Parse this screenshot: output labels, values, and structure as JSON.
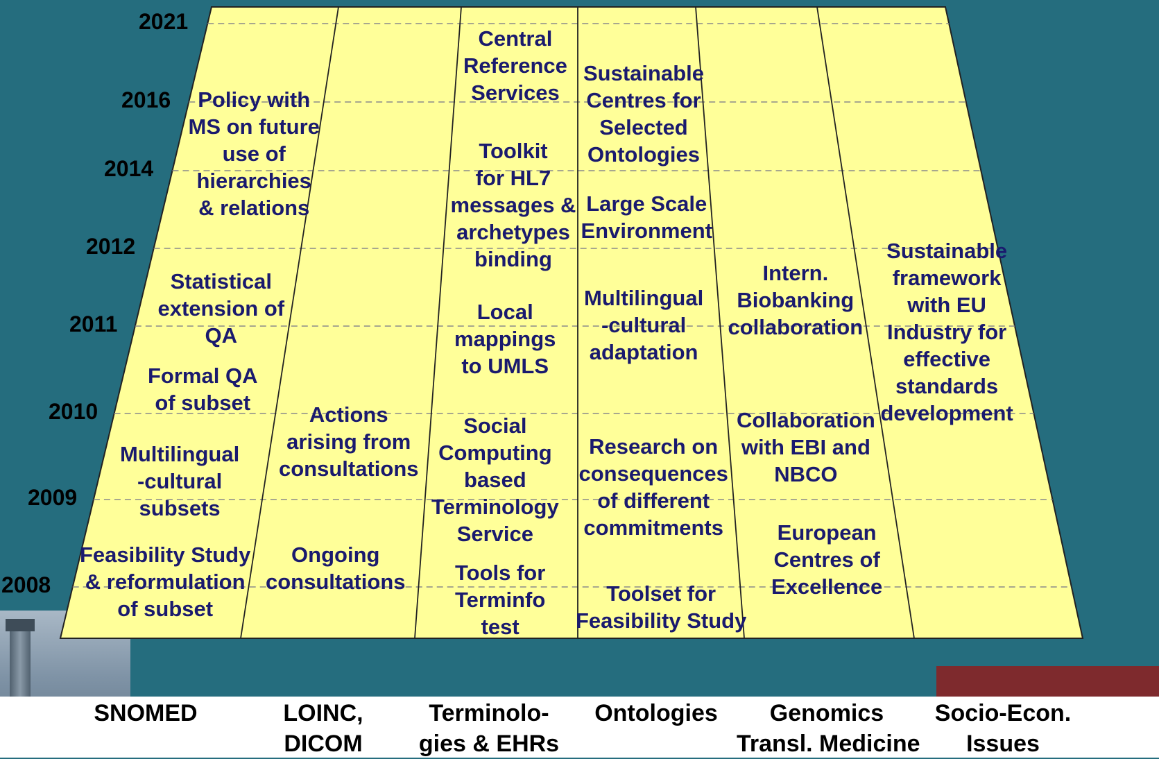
{
  "colors": {
    "background": "#256d7e",
    "trapezoid_fill": "#ffff99",
    "cell_text": "#1a1a6e",
    "grid_line": "#8a8a8a",
    "label_text": "#000000"
  },
  "years": [
    "2021",
    "2016",
    "2014",
    "2012",
    "2011",
    "2010",
    "2009",
    "2008"
  ],
  "columns": [
    "SNOMED",
    "LOINC,\nDICOM",
    "Terminolo-\ngies & EHRs",
    "Ontologies",
    "Genomics\nTransl. Medicine",
    "Socio-Econ.\nIssues"
  ],
  "cells": [
    {
      "col": 0,
      "text": "Policy with\nMS on future\nuse of\nhierarchies\n& relations"
    },
    {
      "col": 0,
      "text": "Statistical\nextension of\nQA"
    },
    {
      "col": 0,
      "text": "Formal QA\nof subset"
    },
    {
      "col": 0,
      "text": "Multilingual\n-cultural\nsubsets"
    },
    {
      "col": 0,
      "text": "Feasibility Study\n& reformulation\nof subset"
    },
    {
      "col": 1,
      "text": "Actions\narising from\nconsultations"
    },
    {
      "col": 1,
      "text": "Ongoing\nconsultations"
    },
    {
      "col": 2,
      "text": "Central\nReference\nServices"
    },
    {
      "col": 2,
      "text": "Toolkit\nfor HL7\nmessages &\narchetypes\nbinding"
    },
    {
      "col": 2,
      "text": "Local\nmappings\nto UMLS"
    },
    {
      "col": 2,
      "text": "Social\nComputing\nbased\nTerminology\nService"
    },
    {
      "col": 2,
      "text": "Tools for\nTerminfo\ntest"
    },
    {
      "col": 3,
      "text": "Sustainable\nCentres for\nSelected\nOntologies"
    },
    {
      "col": 3,
      "text": "Large Scale\nEnvironment"
    },
    {
      "col": 3,
      "text": "Multilingual\n-cultural\nadaptation"
    },
    {
      "col": 3,
      "text": "Research on\nconsequences\nof different\ncommitments"
    },
    {
      "col": 3,
      "text": "Toolset for\nFeasibility Study"
    },
    {
      "col": 4,
      "text": "Intern.\nBiobanking\ncollaboration"
    },
    {
      "col": 4,
      "text": "Collaboration\nwith EBI and\nNBCO"
    },
    {
      "col": 4,
      "text": "European\nCentres of\nExcellence"
    },
    {
      "col": 5,
      "text": "Sustainable\nframework\nwith EU\nIndustry for\neffective\nstandards\ndevelopment"
    }
  ]
}
